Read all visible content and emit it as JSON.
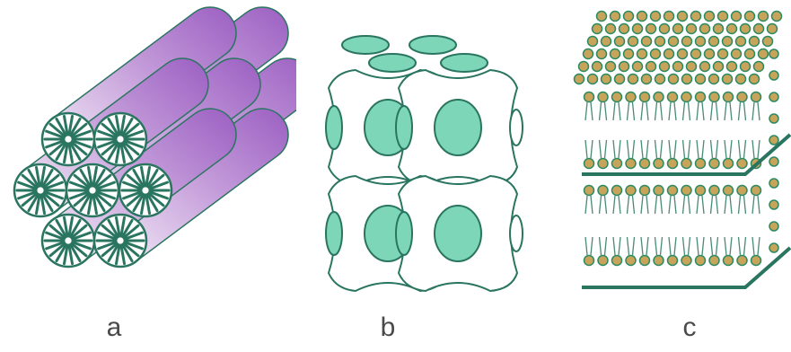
{
  "panels": [
    {
      "label": "a",
      "structure": "hexagonal-cylinders"
    },
    {
      "label": "b",
      "structure": "cubic-bicontinuous"
    },
    {
      "label": "c",
      "structure": "lamellar-bilayers"
    }
  ],
  "colors": {
    "outline": "#2a7560",
    "rod_purple": "#a86ccb",
    "rod_light": "#f0e8f5",
    "cell_fill": "#7ed6b8",
    "head_gold": "#c8a45a",
    "head_green": "#2a8a62",
    "tail": "#4a8a78"
  }
}
